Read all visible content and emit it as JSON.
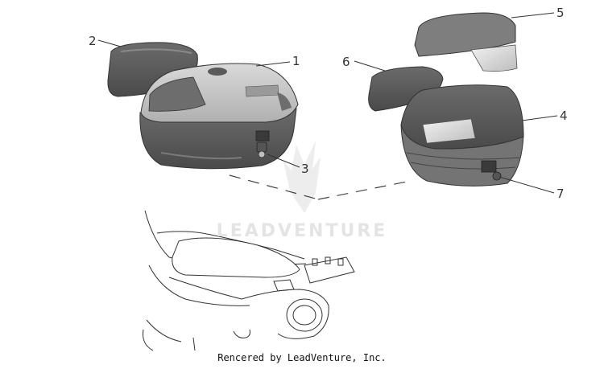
{
  "diagram": {
    "callouts": [
      {
        "id": "1",
        "label": "1"
      },
      {
        "id": "2",
        "label": "2"
      },
      {
        "id": "3",
        "label": "3"
      },
      {
        "id": "4",
        "label": "4"
      },
      {
        "id": "5",
        "label": "5"
      },
      {
        "id": "6",
        "label": "6"
      },
      {
        "id": "7",
        "label": "7"
      }
    ],
    "watermark": "LEADVENTURE",
    "footer": "Rencered by LeadVenture, Inc."
  }
}
